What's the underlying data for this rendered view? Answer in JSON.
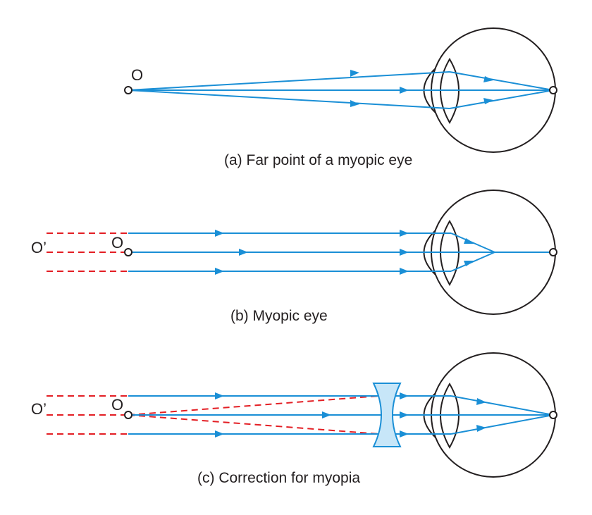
{
  "panel_a": {
    "object_label": "O",
    "caption": "(a) Far point of a myopic eye"
  },
  "panel_b": {
    "far_label": "O’",
    "object_label": "O",
    "caption": "(b) Myopic eye"
  },
  "panel_c": {
    "far_label": "O’",
    "object_label": "O",
    "caption": "(c) Correction for myopia"
  },
  "colors": {
    "ray": "#1a8fd6",
    "virtual_ray": "#e31e24",
    "outline": "#231f20",
    "concave_lens_fill": "#c7e6f8"
  }
}
